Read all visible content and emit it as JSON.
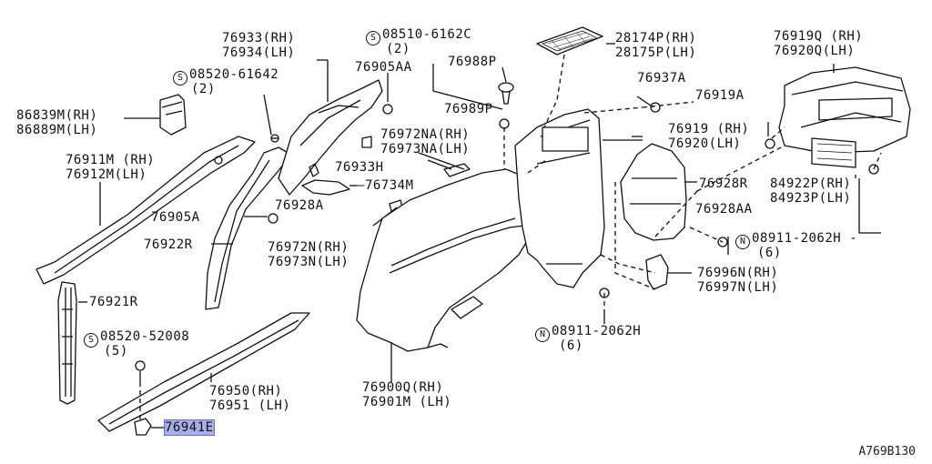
{
  "labels": {
    "l86839": "86839M(RH)",
    "l86889": "86889M(LH)",
    "l76911": "76911M (RH)",
    "l76912": "76912M(LH)",
    "l76933rh": "76933(RH)",
    "l76934lh": "76934(LH)",
    "s08520_61642": "08520-61642",
    "q2a": "(2)",
    "s08510": "08510-6162C",
    "q2b": "(2)",
    "l76905aa": "76905AA",
    "l76988p": "76988P",
    "l28174": "28174P(RH)",
    "l28175": "28175P(LH)",
    "l76919q": "76919Q (RH)",
    "l76920q": "76920Q(LH)",
    "l76937a": "76937A",
    "l76919a": "76919A",
    "l76989p": "76989P",
    "l76972na": "76972NA(RH)",
    "l76973na": "76973NA(LH)",
    "l76919": "76919 (RH)",
    "l76920": "76920(LH)",
    "l76933h": "76933H",
    "l76734m": "76734M",
    "l84922": "84922P(RH)",
    "l84923": "84923P(LH)",
    "l76928r": "76928R",
    "l76905a": "76905A",
    "l76928a": "76928A",
    "l76928aa": "76928AA",
    "n08911a": "08911-2062H",
    "q6a": "(6)",
    "l76922r": "76922R",
    "l76972n": "76972N(RH)",
    "l76973n": "76973N(LH)",
    "l76996": "76996N(RH)",
    "l76997": "76997N(LH)",
    "l76921r": "76921R",
    "s08520_52008": "08520-52008",
    "q5": "(5)",
    "n08911b": "08911-2062H",
    "q6b": "(6)",
    "l76950": "76950(RH)",
    "l76951": "76951 (LH)",
    "l769000": "76900Q(RH)",
    "l76901m": "76901M (LH)",
    "l76941e": "76941E",
    "ref": "A769B130"
  },
  "symbols": {
    "s": "S",
    "n": "N"
  },
  "highlight_color": "#a9aee6"
}
